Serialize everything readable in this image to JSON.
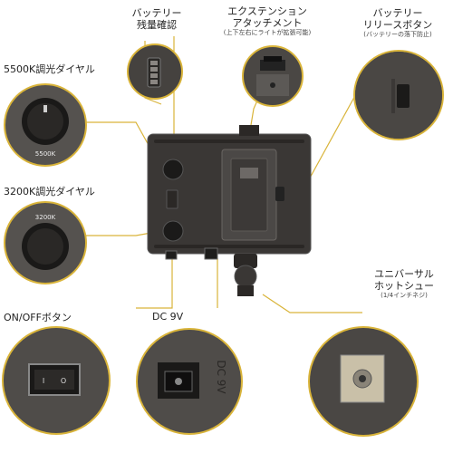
{
  "labels": {
    "battery_level": "バッテリー\n残量確認",
    "extension_title": "エクステンション\nアタッチメント",
    "extension_note": "(上下左右にライトが拡張可能)",
    "battery_release": "バッテリー\nリリースボタン",
    "battery_release_note": "(バッテリーの落下防止)",
    "dial_5500": "5500K調光ダイヤル",
    "dial_3200": "3200K調光ダイヤル",
    "onoff": "ON/OFFボタン",
    "dc9v": "DC 9V",
    "universal_title": "ユニバーサル\nホットシュー",
    "universal_note": "(1/4インチネジ)"
  },
  "knob_labels": {
    "k5500": "5500K",
    "k3200": "3200K"
  },
  "dc_jack_text": "DC 9V",
  "colors": {
    "accent": "#d9b43a",
    "panel": "#3a3735",
    "closeup_bg": "#4a4744"
  }
}
